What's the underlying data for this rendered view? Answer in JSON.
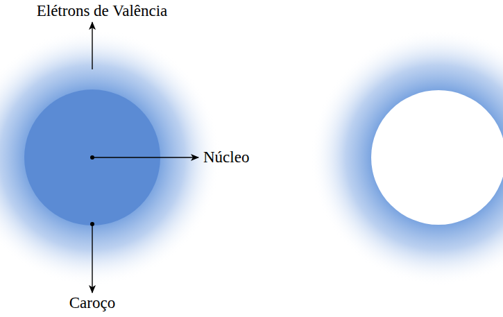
{
  "diagram": {
    "labels": [
      "Elétrons de Valência",
      "Núcleo",
      "Caroço"
    ]
  }
}
